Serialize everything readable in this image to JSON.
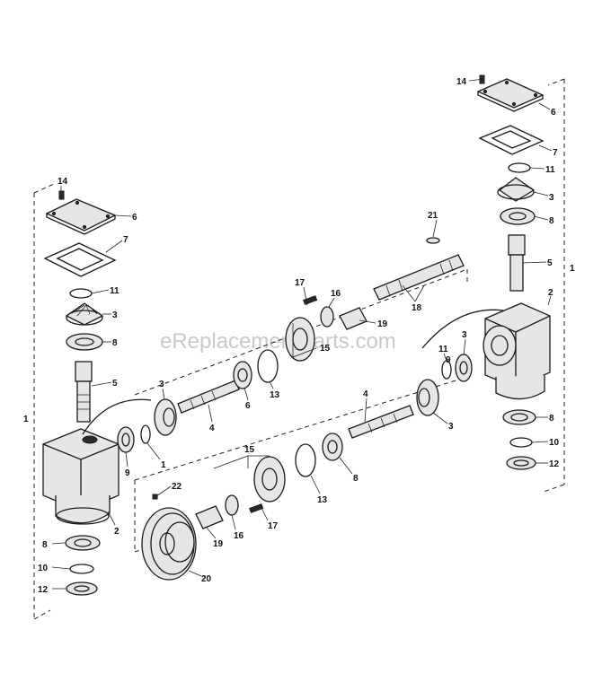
{
  "watermark": "eReplacementParts.com",
  "callouts": [
    {
      "id": "c14a",
      "text": "14"
    },
    {
      "id": "c6a",
      "text": "6"
    },
    {
      "id": "c7a",
      "text": "7"
    },
    {
      "id": "c11a",
      "text": "11"
    },
    {
      "id": "c3a",
      "text": "3"
    },
    {
      "id": "c8a",
      "text": "8"
    },
    {
      "id": "c5a",
      "text": "5"
    },
    {
      "id": "c1a",
      "text": "1"
    },
    {
      "id": "c2a",
      "text": "2"
    },
    {
      "id": "c8b",
      "text": "8"
    },
    {
      "id": "c10a",
      "text": "10"
    },
    {
      "id": "c12a",
      "text": "12"
    },
    {
      "id": "c3b",
      "text": "3"
    },
    {
      "id": "c4a",
      "text": "4"
    },
    {
      "id": "c9a",
      "text": "9"
    },
    {
      "id": "c1b",
      "text": "1"
    },
    {
      "id": "c6b",
      "text": "6"
    },
    {
      "id": "c13a",
      "text": "13"
    },
    {
      "id": "c17a",
      "text": "17"
    },
    {
      "id": "c16a",
      "text": "16"
    },
    {
      "id": "c15a",
      "text": "15"
    },
    {
      "id": "c19a",
      "text": "19"
    },
    {
      "id": "c18a",
      "text": "18"
    },
    {
      "id": "c21a",
      "text": "21"
    },
    {
      "id": "c14b",
      "text": "14"
    },
    {
      "id": "c6c",
      "text": "6"
    },
    {
      "id": "c7b",
      "text": "7"
    },
    {
      "id": "c11b",
      "text": "11"
    },
    {
      "id": "c3c",
      "text": "3"
    },
    {
      "id": "c8c",
      "text": "8"
    },
    {
      "id": "c5b",
      "text": "5"
    },
    {
      "id": "c1c",
      "text": "1"
    },
    {
      "id": "c2b",
      "text": "2"
    },
    {
      "id": "c3d",
      "text": "3"
    },
    {
      "id": "c11c",
      "text": "11"
    },
    {
      "id": "c9b",
      "text": "9"
    },
    {
      "id": "c8d",
      "text": "8"
    },
    {
      "id": "c10b",
      "text": "10"
    },
    {
      "id": "c12b",
      "text": "12"
    },
    {
      "id": "c4b",
      "text": "4"
    },
    {
      "id": "c3e",
      "text": "3"
    },
    {
      "id": "c8e",
      "text": "8"
    },
    {
      "id": "c13b",
      "text": "13"
    },
    {
      "id": "c15b",
      "text": "15"
    },
    {
      "id": "c22a",
      "text": "22"
    },
    {
      "id": "c17b",
      "text": "17"
    },
    {
      "id": "c16b",
      "text": "16"
    },
    {
      "id": "c19b",
      "text": "19"
    },
    {
      "id": "c20a",
      "text": "20"
    }
  ]
}
